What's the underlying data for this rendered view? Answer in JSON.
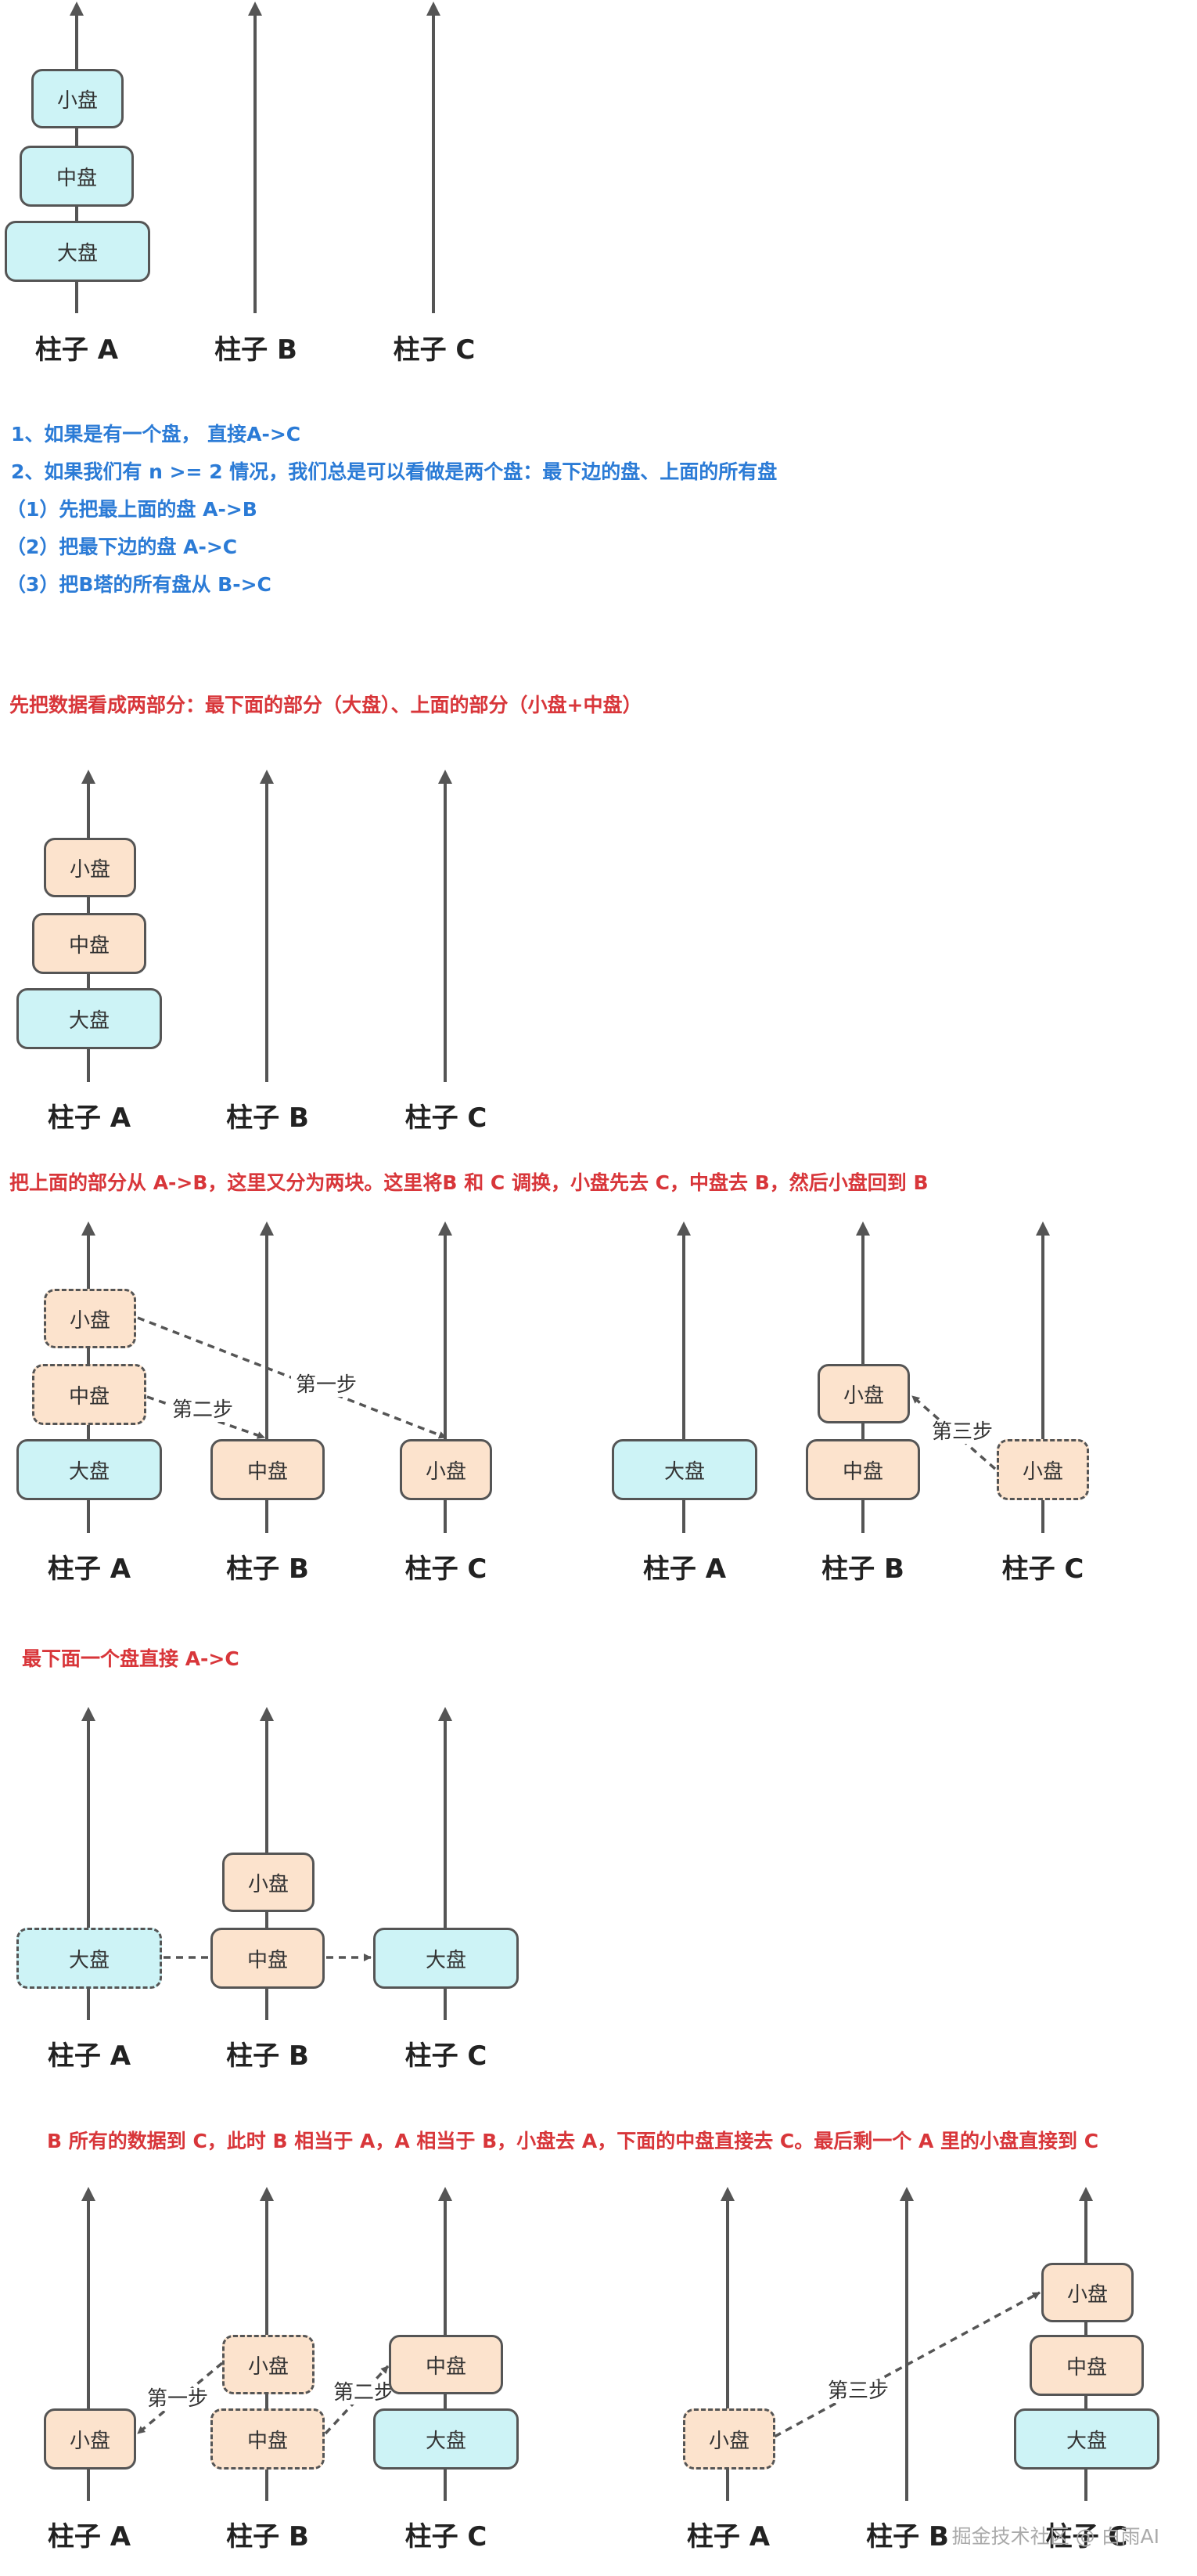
{
  "pillar_labels": [
    "柱子 A",
    "柱子 B",
    "柱子 C"
  ],
  "disk_labels": {
    "small": "小盘",
    "medium": "中盘",
    "large": "大盘"
  },
  "step_labels": {
    "step1": "第一步",
    "step2": "第二步",
    "step3": "第三步"
  },
  "notes": {
    "n1": "1、如果是有一个盘， 直接A->C",
    "n2": "2、如果我们有 n >= 2 情况，我们总是可以看做是两个盘：最下边的盘、上面的所有盘",
    "n3": "（1）先把最上面的盘 A->B",
    "n4": "（2）把最下边的盘 A->C",
    "n5": "（3）把B塔的所有盘从 B->C",
    "r1": "先把数据看成两部分：最下面的部分（大盘）、上面的部分（小盘+中盘）",
    "r2": "把上面的部分从 A->B，这里又分为两块。这里将B 和 C 调换，小盘先去 C，中盘去 B，然后小盘回到 B",
    "r3": "最下面一个盘直接 A->C",
    "r4": "B 所有的数据到 C，此时 B 相当于 A，A 相当于 B，小盘去 A，下面的中盘直接去 C。最后剩一个 A 里的小盘直接到 C"
  },
  "watermark": "掘金技术社区 @ 白雨AI",
  "colors": {
    "line": "#555555",
    "disk_border": "#555555",
    "blue_disk": "#cdf3f6",
    "peach_disk": "#fce3cd",
    "blue_text": "#2b7bd6",
    "red_text": "#d8363a"
  }
}
